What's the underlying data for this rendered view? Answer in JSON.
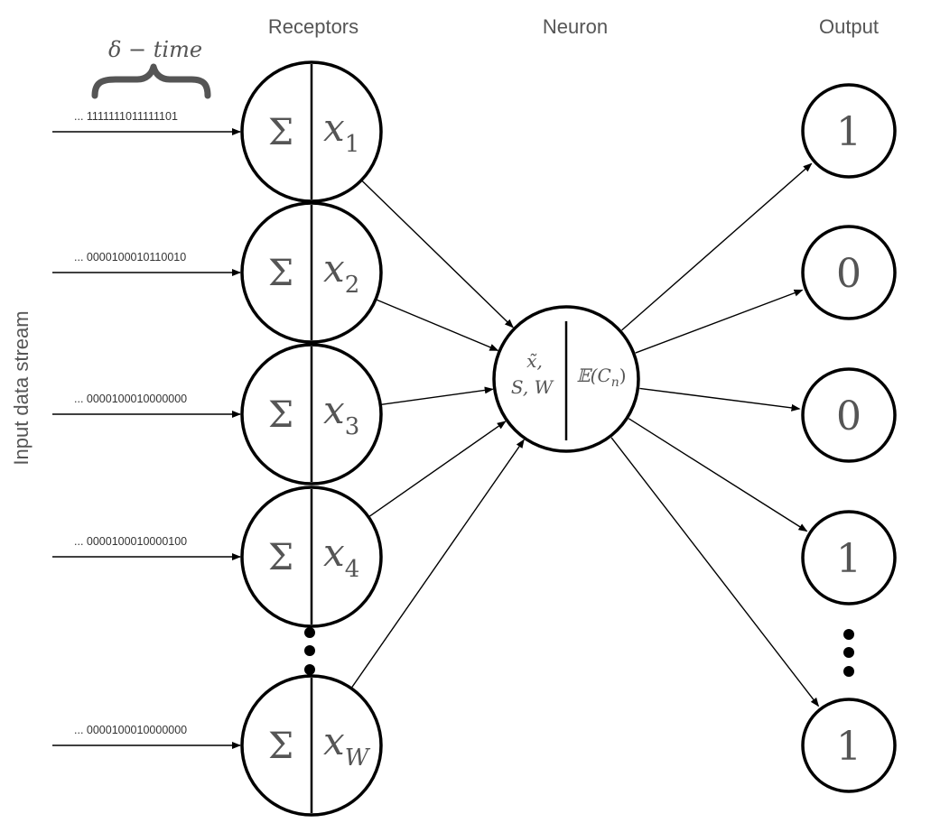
{
  "headers": {
    "receptors": "Receptors",
    "neuron": "Neuron",
    "output": "Output"
  },
  "side_label": "Input data stream",
  "window_label": "δ − time",
  "streams": [
    "... 1111111011111101",
    "... 0000100010110010",
    "... 0000100010000000",
    "... 0000100010000100",
    "... 0000100010000000"
  ],
  "receptors": [
    {
      "sigma": "Σ",
      "var": "x",
      "sub": "1"
    },
    {
      "sigma": "Σ",
      "var": "x",
      "sub": "2"
    },
    {
      "sigma": "Σ",
      "var": "x",
      "sub": "3"
    },
    {
      "sigma": "Σ",
      "var": "x",
      "sub": "4"
    },
    {
      "sigma": "Σ",
      "var": "x",
      "sub": "W"
    }
  ],
  "neuron": {
    "left_line1": "x̃,",
    "left_line2": "S, W",
    "right_prefix": "𝔼(C",
    "right_sub": "n",
    "right_suffix": ")"
  },
  "outputs": [
    "1",
    "0",
    "0",
    "1",
    "1"
  ],
  "colors": {
    "stroke": "#000000",
    "text": "#555555"
  }
}
